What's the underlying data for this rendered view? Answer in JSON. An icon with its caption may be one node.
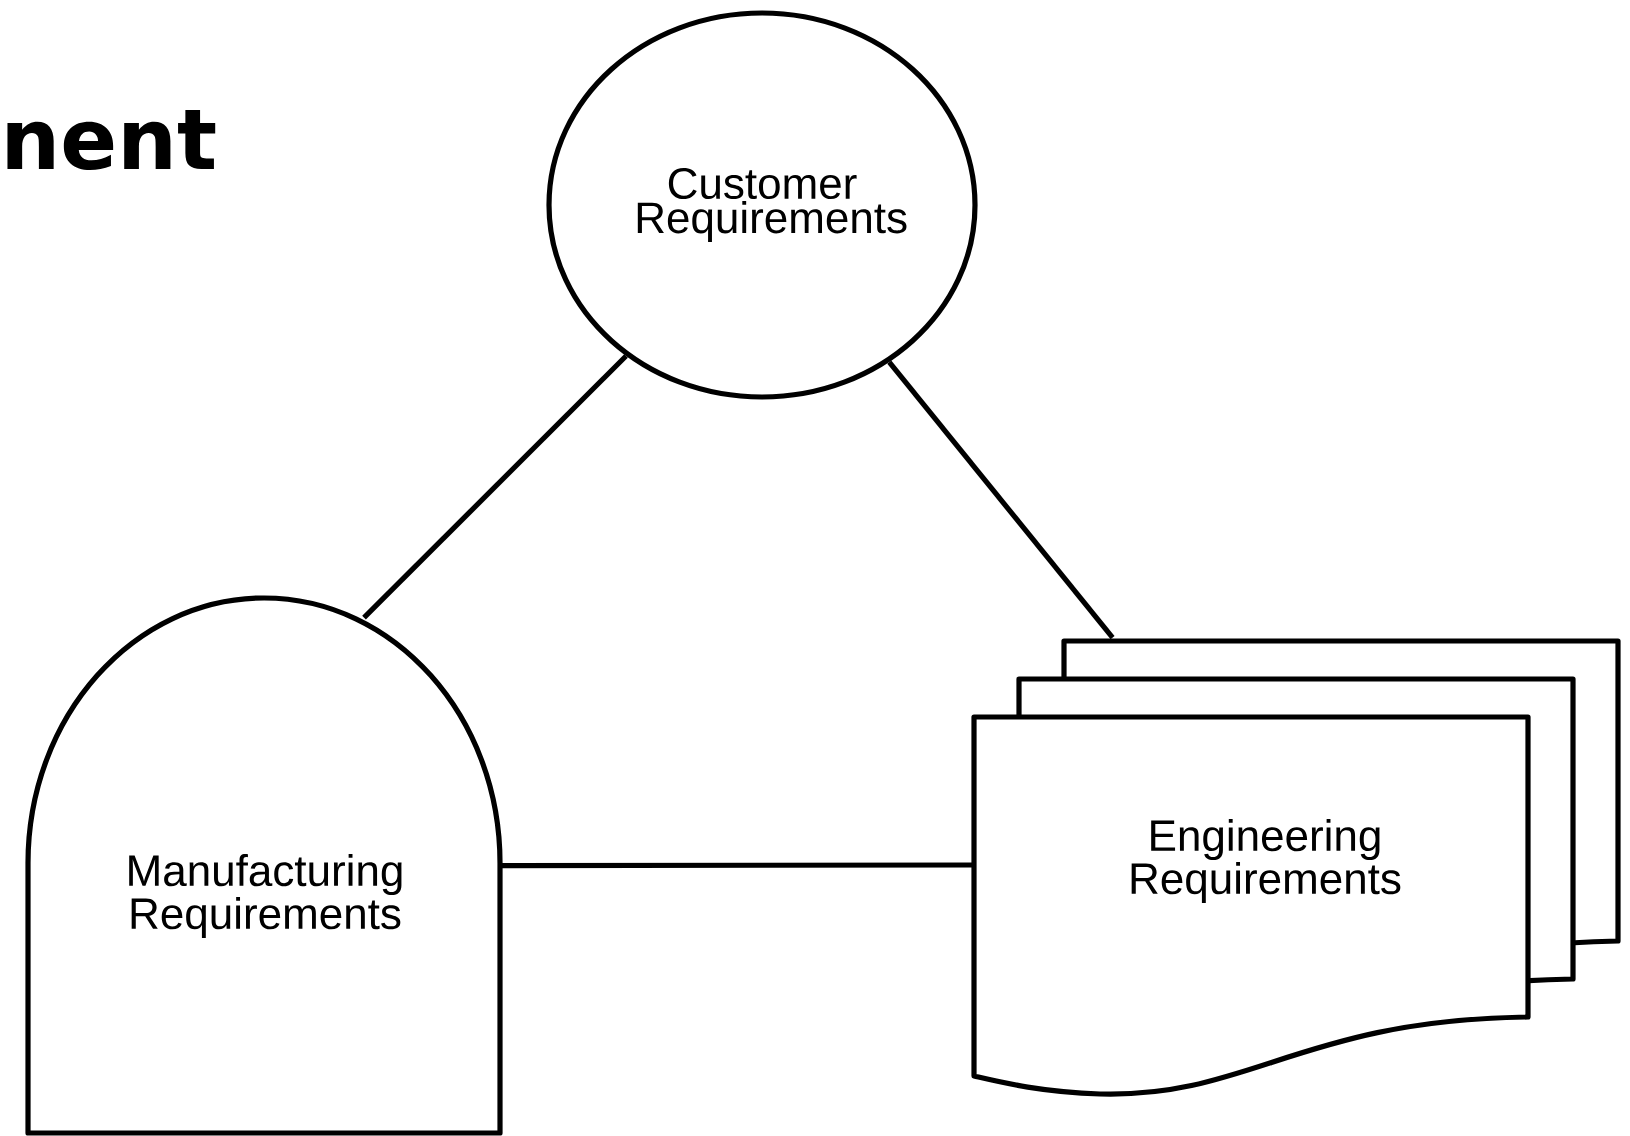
{
  "diagram": {
    "title": "nent",
    "nodes": [
      {
        "text": [
          "Customer Requirements"
        ]
      },
      {
        "text": [
          "Manufacturing Requirements"
        ]
      },
      {
        "text": [
          "Engineering Requirements"
        ]
      }
    ],
    "edges": [
      {
        "from": 0,
        "to": 1,
        "arrow": "none"
      },
      {
        "from": 0,
        "to": 2,
        "arrow": "none"
      },
      {
        "from": 1,
        "to": 2,
        "arrow": "none"
      }
    ]
  }
}
